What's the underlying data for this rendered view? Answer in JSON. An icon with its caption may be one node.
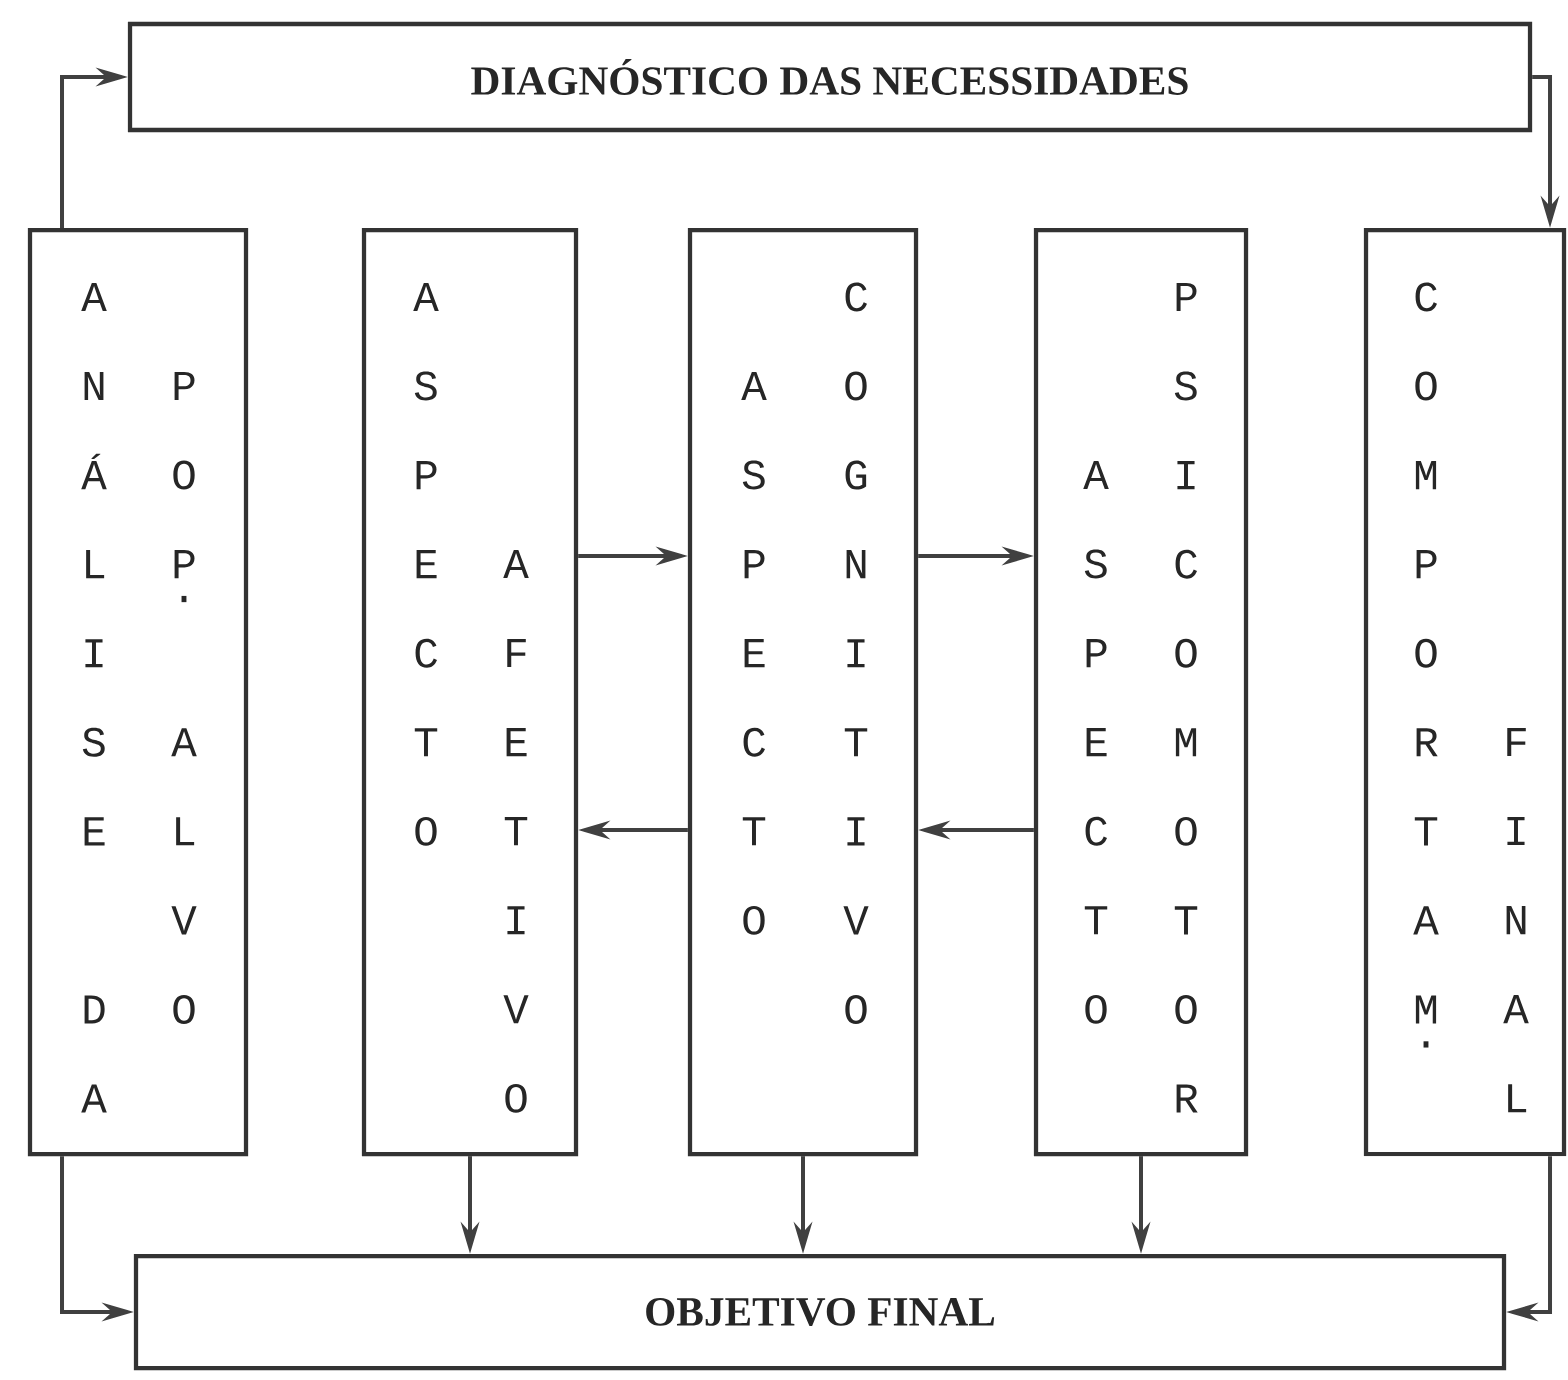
{
  "diagram": {
    "nodes": [
      {
        "text": [
          "DIAGNÓSTICO DAS NECESSIDADES"
        ]
      },
      {
        "text": [
          "ANÁLISE DA",
          "POP. ALVO"
        ]
      },
      {
        "text": [
          "ASPECTO",
          "AFETIVO"
        ]
      },
      {
        "text": [
          "ASPECTO",
          "COGNITIVO"
        ]
      },
      {
        "text": [
          "ASPECTO",
          "PSICOMOTOR"
        ]
      },
      {
        "text": [
          "COMPORTAM.",
          "FINAL"
        ]
      },
      {
        "text": [
          "OBJETIVO FINAL"
        ]
      }
    ],
    "edges": [
      {
        "from": 1,
        "to": 0,
        "arrow": "to"
      },
      {
        "from": 0,
        "to": 5,
        "arrow": "to"
      },
      {
        "from": 2,
        "to": 3,
        "arrow": "to"
      },
      {
        "from": 3,
        "to": 4,
        "arrow": "to"
      },
      {
        "from": 4,
        "to": 3,
        "arrow": "to"
      },
      {
        "from": 3,
        "to": 2,
        "arrow": "to"
      },
      {
        "from": 1,
        "to": 6,
        "arrow": "to"
      },
      {
        "from": 2,
        "to": 6,
        "arrow": "to"
      },
      {
        "from": 3,
        "to": 6,
        "arrow": "to"
      },
      {
        "from": 4,
        "to": 6,
        "arrow": "to"
      },
      {
        "from": 5,
        "to": 6,
        "arrow": "to"
      }
    ]
  }
}
